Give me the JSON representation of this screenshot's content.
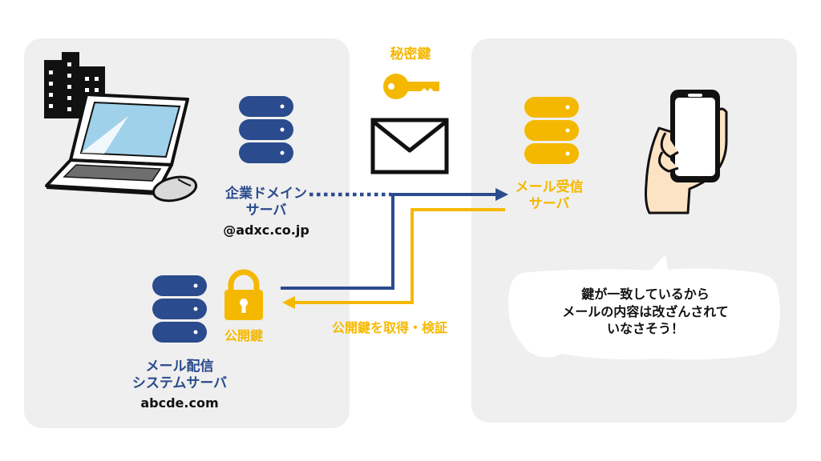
{
  "colors": {
    "blue": "#2a4b8d",
    "yellow": "#f5b800",
    "panel": "#efefef",
    "screen": "#9fd2ea",
    "skin": "#fbe3c4"
  },
  "icons": {
    "building": "building-icon",
    "laptop": "laptop-icon",
    "mouse": "mouse-icon",
    "server": "server-icon",
    "key": "key-icon",
    "envelope": "envelope-icon",
    "padlock": "padlock-icon",
    "phone": "smartphone-in-hand-icon",
    "bubble": "speech-bubble"
  },
  "labels": {
    "secret_key": "秘密鍵",
    "domain_server_line1": "企業ドメイン",
    "domain_server_line2": "サーバ",
    "domain": "@adxc.co.jp",
    "public_key": "公開鍵",
    "mail_system_line1": "メール配信",
    "mail_system_line2": "システムサーバ",
    "mail_system_domain": "abcde.com",
    "receiver_line1": "メール受信",
    "receiver_line2": "サーバ",
    "fetch_verify": "公開鍵を取得・検証",
    "bubble_line1": "鍵が一致しているから",
    "bubble_line2": "メールの内容は改ざんされて",
    "bubble_line3": "いなさそう！"
  }
}
